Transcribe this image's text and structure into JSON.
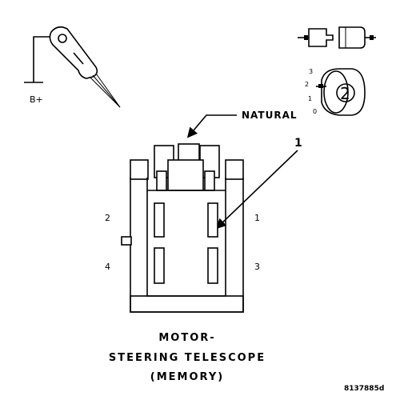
{
  "probe": {
    "label": "B+"
  },
  "legend": {
    "positions": [
      "3",
      "2",
      "1",
      "0"
    ],
    "highlight": "2"
  },
  "connector": {
    "callout": "NATURAL",
    "reference": "1",
    "pins": {
      "p1": "1",
      "p2": "2",
      "p3": "3",
      "p4": "4"
    }
  },
  "title": {
    "line1": "MOTOR-",
    "line2": "STEERING TELESCOPE",
    "line3": "(MEMORY)"
  },
  "figure_code": "8137885d"
}
